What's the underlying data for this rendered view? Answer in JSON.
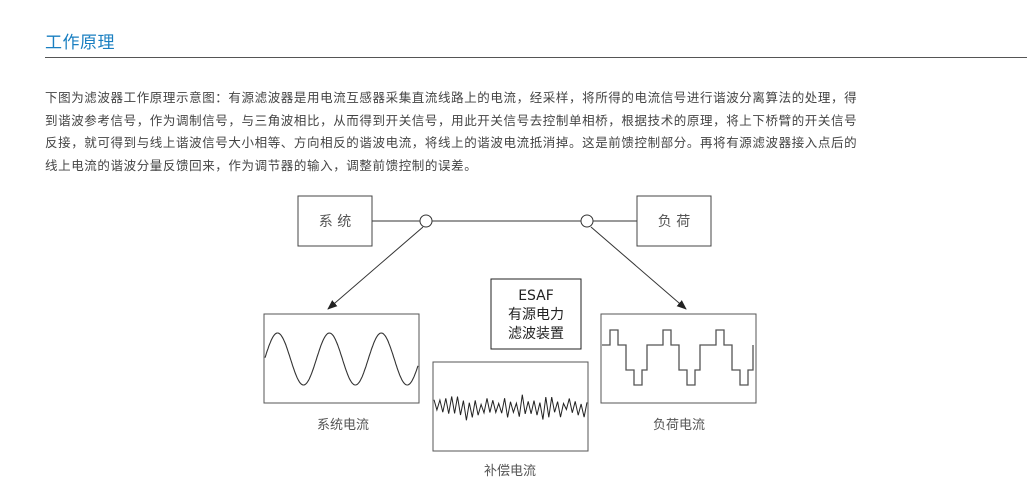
{
  "section": {
    "title": "工作原理",
    "accent_color": "#1a7fc1"
  },
  "description": {
    "lines": [
      "下图为滤波器工作原理示意图：有源滤波器是用电流互感器采集直流线路上的电流，经采样，将所得的电流信号进行谐波分离算法的处理，得",
      "到谐波参考信号，作为调制信号，与三角波相比，从而得到开关信号，用此开关信号去控制单相桥，根据技术的原理，将上下桥臂的开关信号",
      "反接，就可得到与线上谐波信号大小相等、方向相反的谐波电流，将线上的谐波电流抵消掉。这是前馈控制部分。再将有源滤波器接入点后的",
      "线上电流的谐波分量反馈回来，作为调节器的输入，调整前馈控制的误差。"
    ]
  },
  "diagram": {
    "system_box": "系 统",
    "load_box": "负 荷",
    "filter_box": {
      "line1": "ESAF",
      "line2": "有源电力",
      "line3": "滤波装置"
    },
    "system_current_label": "系统电流",
    "load_current_label": "负荷电流",
    "compensation_current_label": "补偿电流"
  }
}
